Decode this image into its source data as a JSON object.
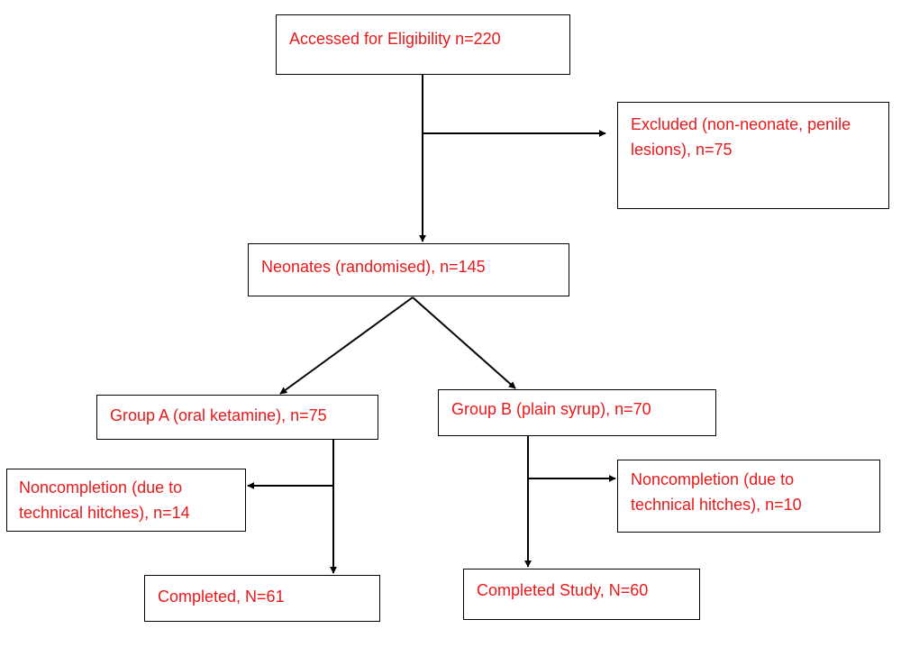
{
  "diagram": {
    "type": "flowchart",
    "text_color": "#e8191b",
    "line_color": "#000000",
    "background": "#ffffff",
    "nodes": {
      "assessed": {
        "label": "Accessed for Eligibility n=220"
      },
      "excluded": {
        "label": "Excluded (non-neonate, penile\nlesions), n=75"
      },
      "randomised": {
        "label": "Neonates (randomised), n=145"
      },
      "group_a": {
        "label": "Group A (oral ketamine), n=75"
      },
      "group_b": {
        "label": "Group B (plain syrup), n=70"
      },
      "noncompletion_a": {
        "label": "Noncompletion (due to\ntechnical hitches), n=14"
      },
      "noncompletion_b": {
        "label": "Noncompletion (due to\ntechnical hitches), n=10"
      },
      "completed_a": {
        "label": "Completed, N=61"
      },
      "completed_b": {
        "label": "Completed Study, N=60"
      }
    }
  }
}
